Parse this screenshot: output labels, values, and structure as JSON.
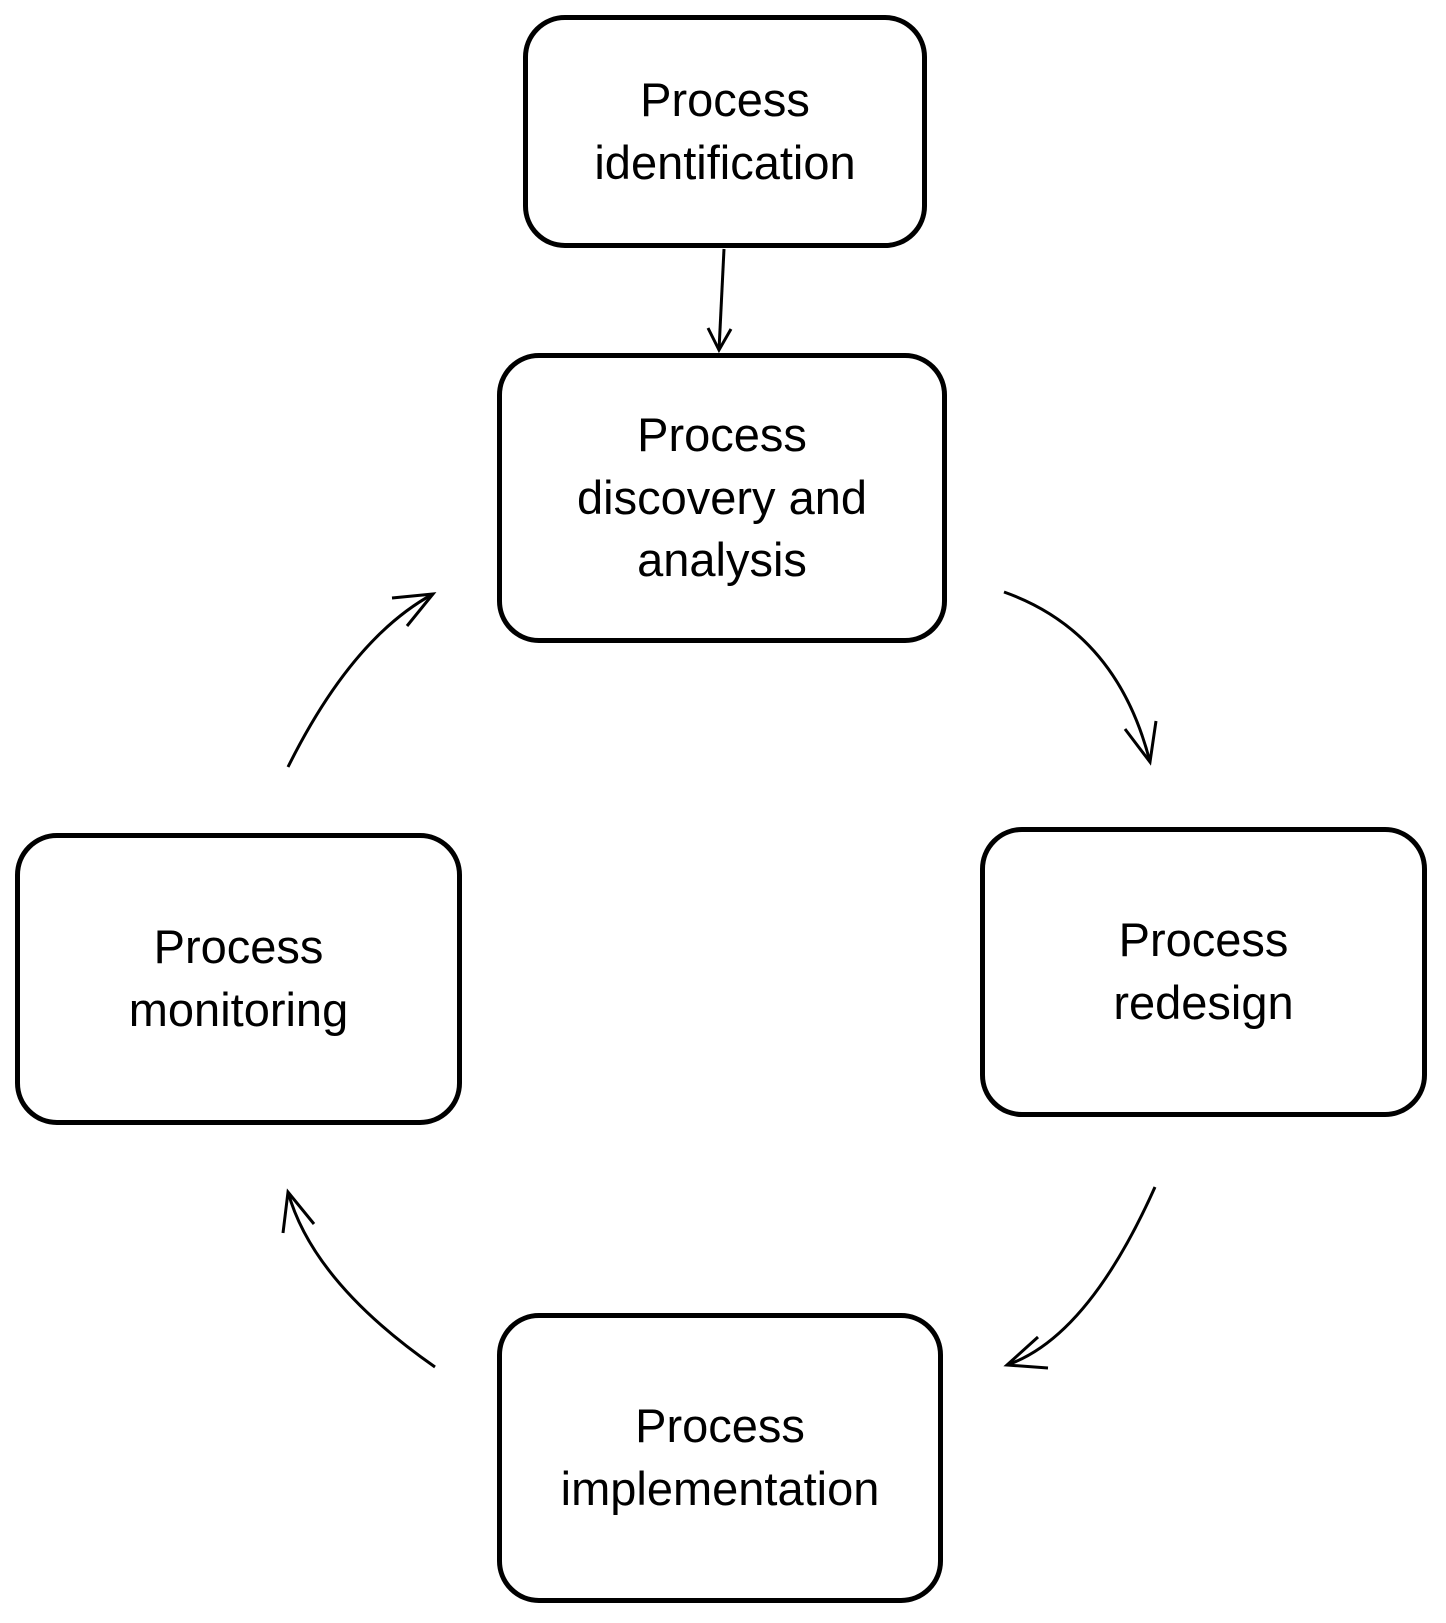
{
  "diagram": {
    "type": "cycle-flowchart",
    "background_color": "#ffffff",
    "stroke_color": "#000000",
    "text_color": "#000000",
    "nodes": [
      {
        "id": "process-identification",
        "label": "Process identification"
      },
      {
        "id": "process-discovery-analysis",
        "label": "Process discovery and analysis"
      },
      {
        "id": "process-redesign",
        "label": "Process redesign"
      },
      {
        "id": "process-implementation",
        "label": "Process implementation"
      },
      {
        "id": "process-monitoring",
        "label": "Process monitoring"
      }
    ],
    "edges": [
      {
        "from": "process-identification",
        "to": "process-discovery-analysis",
        "style": "straight",
        "arrowhead": "open-v"
      },
      {
        "from": "process-discovery-analysis",
        "to": "process-redesign",
        "style": "curved",
        "arrowhead": "open-v"
      },
      {
        "from": "process-redesign",
        "to": "process-implementation",
        "style": "curved",
        "arrowhead": "open-v"
      },
      {
        "from": "process-implementation",
        "to": "process-monitoring",
        "style": "curved",
        "arrowhead": "open-v"
      },
      {
        "from": "process-monitoring",
        "to": "process-discovery-analysis",
        "style": "curved",
        "arrowhead": "open-v"
      }
    ]
  }
}
